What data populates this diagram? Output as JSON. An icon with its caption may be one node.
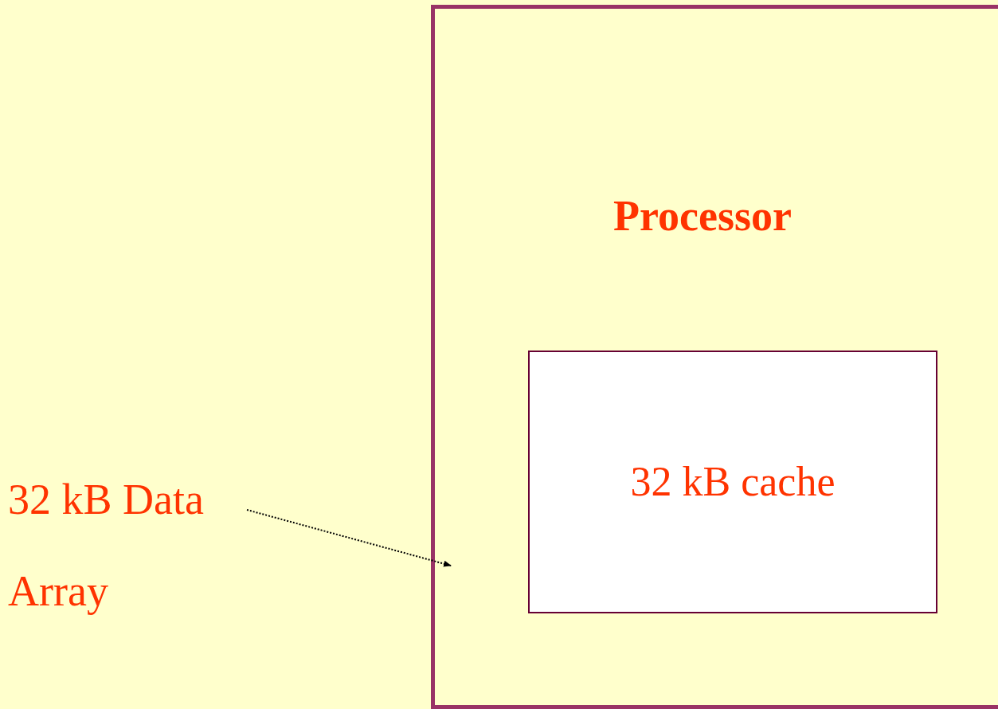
{
  "diagram": {
    "nodes": [
      {
        "text": [
          "32 kB Data Array"
        ]
      },
      {
        "text": [
          "Processor"
        ]
      },
      {
        "text": [
          "32 kB cache"
        ],
        "in": 1
      }
    ],
    "edges": [
      {
        "from": 0,
        "to": 1,
        "arrow": "to",
        "style": "dashed"
      }
    ]
  }
}
